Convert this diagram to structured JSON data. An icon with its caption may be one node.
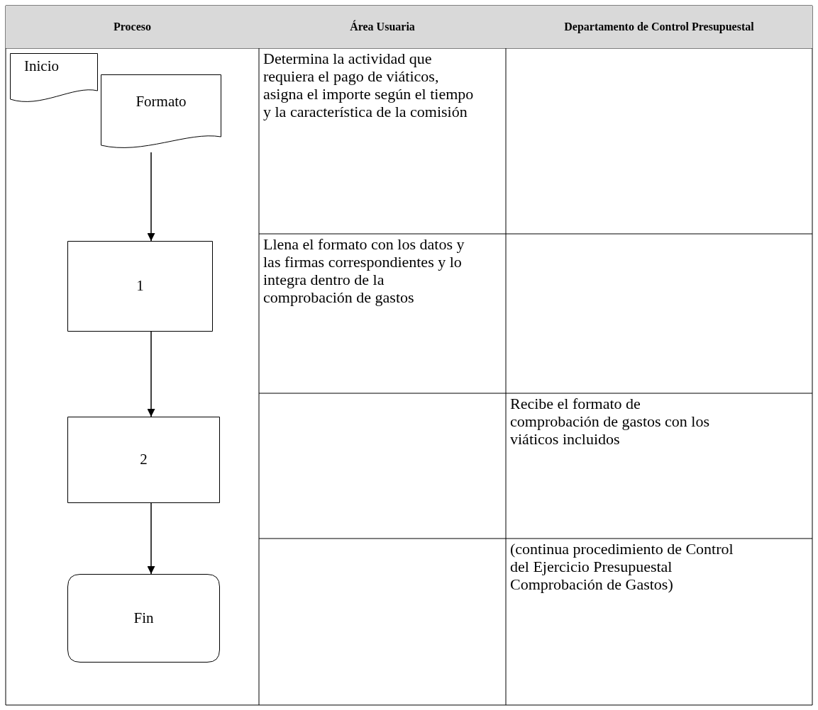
{
  "diagram": {
    "nodes": [
      {
        "text": [
          "Inicio"
        ]
      },
      {
        "text": [
          "Formato"
        ]
      },
      {
        "text": [
          "1"
        ]
      },
      {
        "text": [
          "2"
        ]
      },
      {
        "text": [
          "Fin"
        ]
      }
    ],
    "edges": [
      {
        "from": 1,
        "to": 2,
        "arrow": "to"
      },
      {
        "from": 2,
        "to": 3,
        "arrow": "to"
      },
      {
        "from": 3,
        "to": 4,
        "arrow": "to"
      }
    ],
    "labels": [
      "Proceso",
      "Área  Usuaria",
      "Departamento de Control Presupuestal",
      "Determina la actividad que requiera el pago de viáticos, asigna el importe según el tiempo y la característica de la comisión",
      "Llena el formato con los datos y las firmas correspondientes y lo integra dentro de la comprobación de gastos",
      "Recibe el formato de comprobación de gastos con los viáticos incluidos",
      "(continua procedimiento de Control del Ejercicio Presupuestal Comprobación de Gastos)"
    ]
  }
}
